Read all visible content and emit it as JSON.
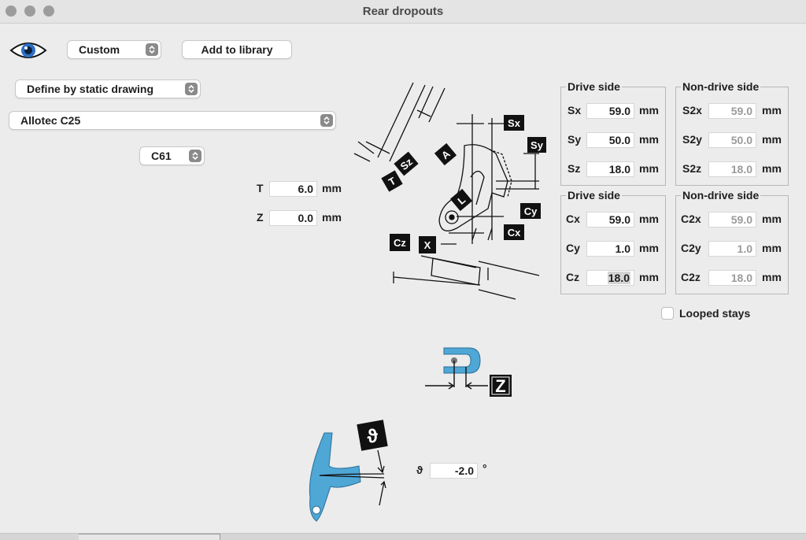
{
  "window": {
    "title": "Rear dropouts"
  },
  "toolbar": {
    "preset_value": "Custom",
    "add_library_label": "Add to library"
  },
  "definition": {
    "mode_value": "Define by static drawing"
  },
  "dropout": {
    "model_value": "Allotec C25",
    "variant_value": "C61"
  },
  "params": {
    "T": {
      "label": "T",
      "value": "6.0",
      "unit": "mm"
    },
    "Z": {
      "label": "Z",
      "value": "0.0",
      "unit": "mm"
    }
  },
  "drive_side_s": {
    "title": "Drive side",
    "rows": [
      {
        "label": "Sx",
        "value": "59.0",
        "unit": "mm"
      },
      {
        "label": "Sy",
        "value": "50.0",
        "unit": "mm"
      },
      {
        "label": "Sz",
        "value": "18.0",
        "unit": "mm"
      }
    ]
  },
  "nondrive_side_s": {
    "title": "Non-drive side",
    "rows": [
      {
        "label": "S2x",
        "value": "59.0",
        "unit": "mm"
      },
      {
        "label": "S2y",
        "value": "50.0",
        "unit": "mm"
      },
      {
        "label": "S2z",
        "value": "18.0",
        "unit": "mm"
      }
    ]
  },
  "drive_side_c": {
    "title": "Drive side",
    "rows": [
      {
        "label": "Cx",
        "value": "59.0",
        "unit": "mm"
      },
      {
        "label": "Cy",
        "value": "1.0",
        "unit": "mm"
      },
      {
        "label": "Cz",
        "value": "18.0",
        "unit": "mm"
      }
    ]
  },
  "nondrive_side_c": {
    "title": "Non-drive side",
    "rows": [
      {
        "label": "C2x",
        "value": "59.0",
        "unit": "mm"
      },
      {
        "label": "C2y",
        "value": "1.0",
        "unit": "mm"
      },
      {
        "label": "C2z",
        "value": "18.0",
        "unit": "mm"
      }
    ]
  },
  "looped_stays_label": "Looped stays",
  "diagram_tags": {
    "sx": "Sx",
    "sy": "Sy",
    "sz": "Sz",
    "t": "T",
    "a": "A",
    "l": "L",
    "cy": "Cy",
    "cx": "Cx",
    "cz": "Cz",
    "x": "X",
    "z": "Z",
    "theta": "ϑ"
  },
  "angle": {
    "label": "ϑ",
    "value": "-2.0",
    "unit": "°"
  },
  "icons": {
    "view": "eye-icon",
    "stepper": "up-down-arrows-icon"
  },
  "colors": {
    "part_blue": "#4fa7d6",
    "window_bg": "#ececec"
  }
}
